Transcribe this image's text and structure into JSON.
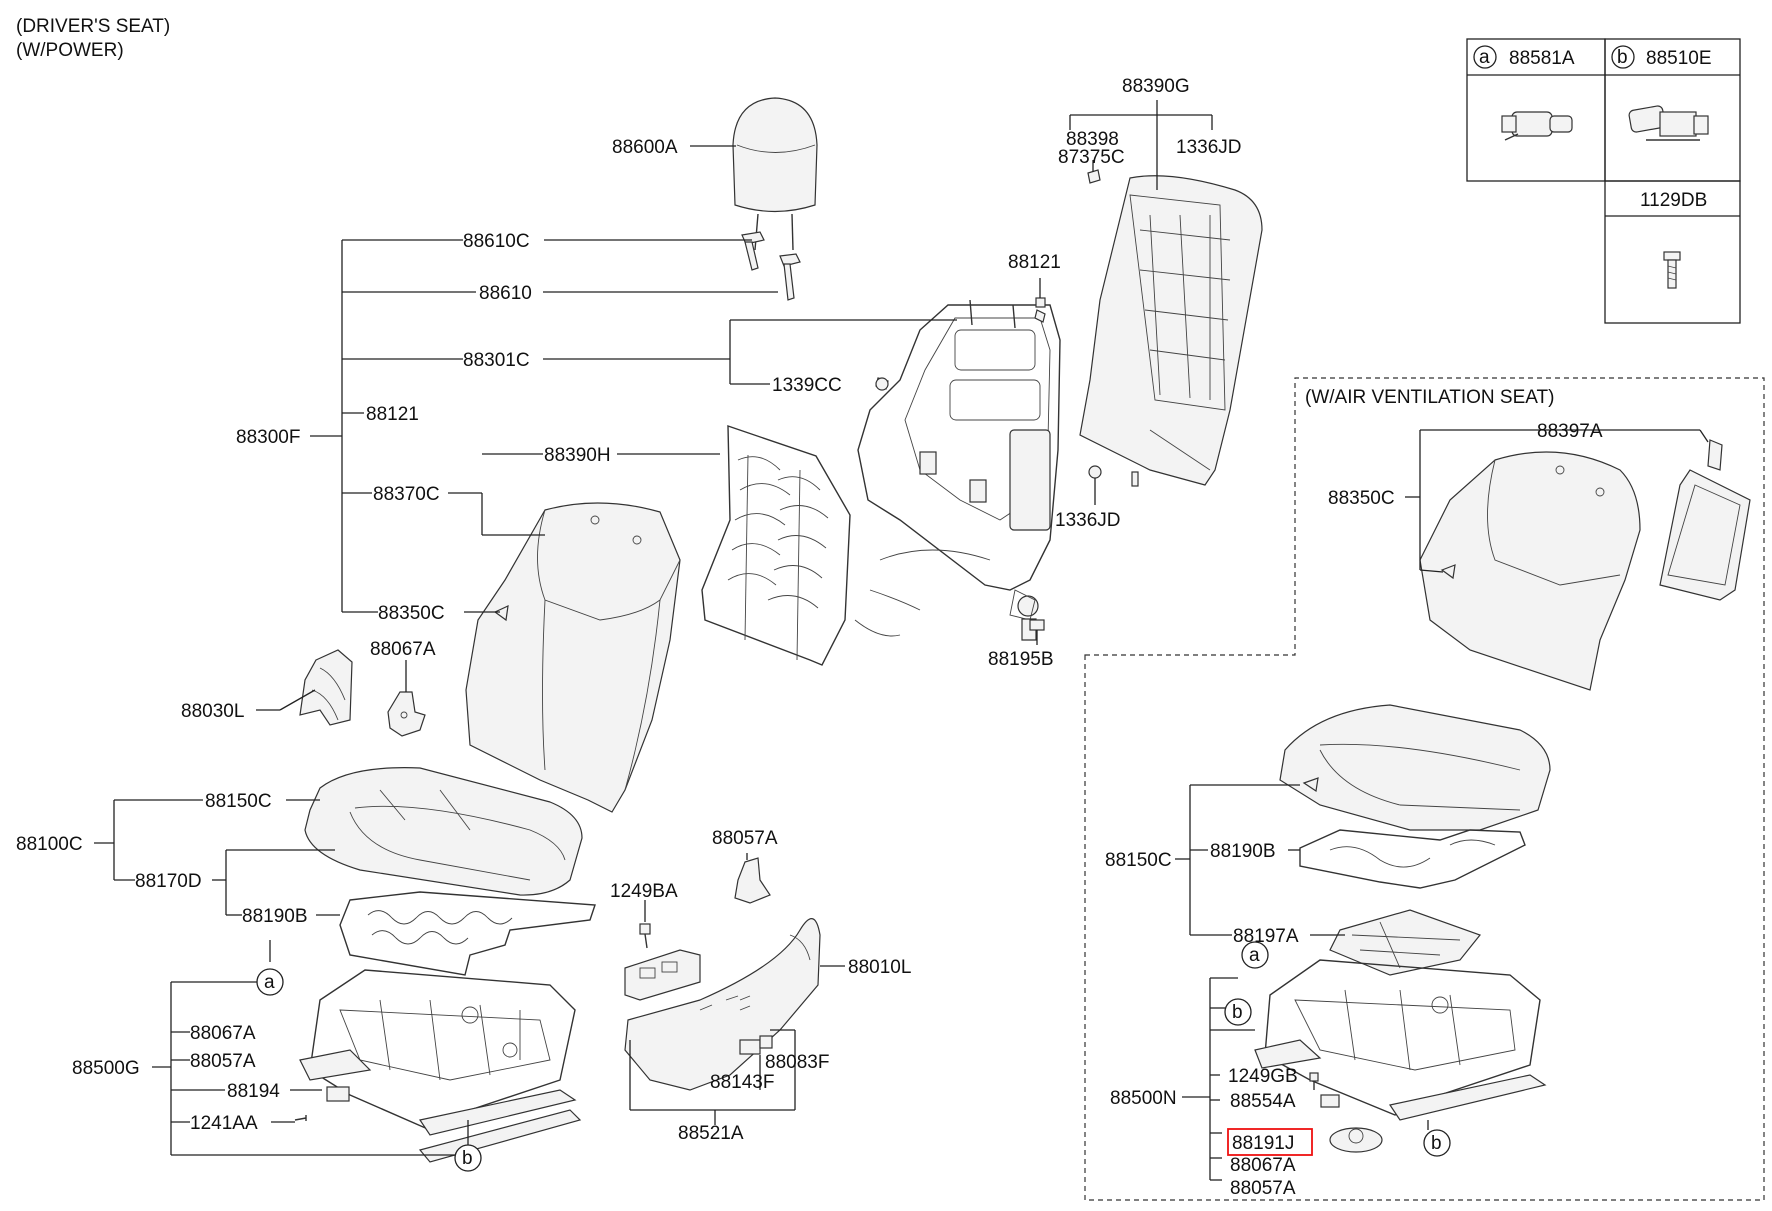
{
  "header": {
    "line1": "(DRIVER'S SEAT)",
    "line2": "(W/POWER)"
  },
  "inset_title": "(W/AIR VENTILATION SEAT)",
  "legend": {
    "a_marker": "a",
    "a_part": "88581A",
    "b_marker": "b",
    "b_part": "88510E",
    "extra_part": "1129DB"
  },
  "labels": {
    "p88600A": "88600A",
    "p88610C": "88610C",
    "p88610": "88610",
    "p88301C": "88301C",
    "p88121_left": "88121",
    "p88300F": "88300F",
    "p88370C": "88370C",
    "p88390H": "88390H",
    "p88350C_left": "88350C",
    "p88067A_top": "88067A",
    "p88030L": "88030L",
    "p88390G": "88390G",
    "p88398": "88398",
    "p87375C": "87375C",
    "p1336JD_top": "1336JD",
    "p88121_mid": "88121",
    "p1339CC": "1339CC",
    "p1336JD_mid": "1336JD",
    "p88195B": "88195B",
    "p88150C_left": "88150C",
    "p88100C": "88100C",
    "p88170D": "88170D",
    "p88190B_left": "88190B",
    "p88067A_lower": "88067A",
    "p88057A_lower": "88057A",
    "p88500G": "88500G",
    "p88194": "88194",
    "p1241AA": "1241AA",
    "p88057A_mid": "88057A",
    "p1249BA": "1249BA",
    "p88010L": "88010L",
    "p88083F": "88083F",
    "p88143F": "88143F",
    "p88521A": "88521A",
    "p88397A": "88397A",
    "p88350C_right": "88350C",
    "p88150C_right": "88150C",
    "p88190B_right": "88190B",
    "p88197A": "88197A",
    "p88500N": "88500N",
    "p1249GB": "1249GB",
    "p88554A": "88554A",
    "p88191J": "88191J",
    "p88067A_right": "88067A",
    "p88057A_right": "88057A"
  },
  "markers": {
    "a": "a",
    "b": "b"
  },
  "highlight": {
    "part": "88191J",
    "color": "#e11111"
  }
}
